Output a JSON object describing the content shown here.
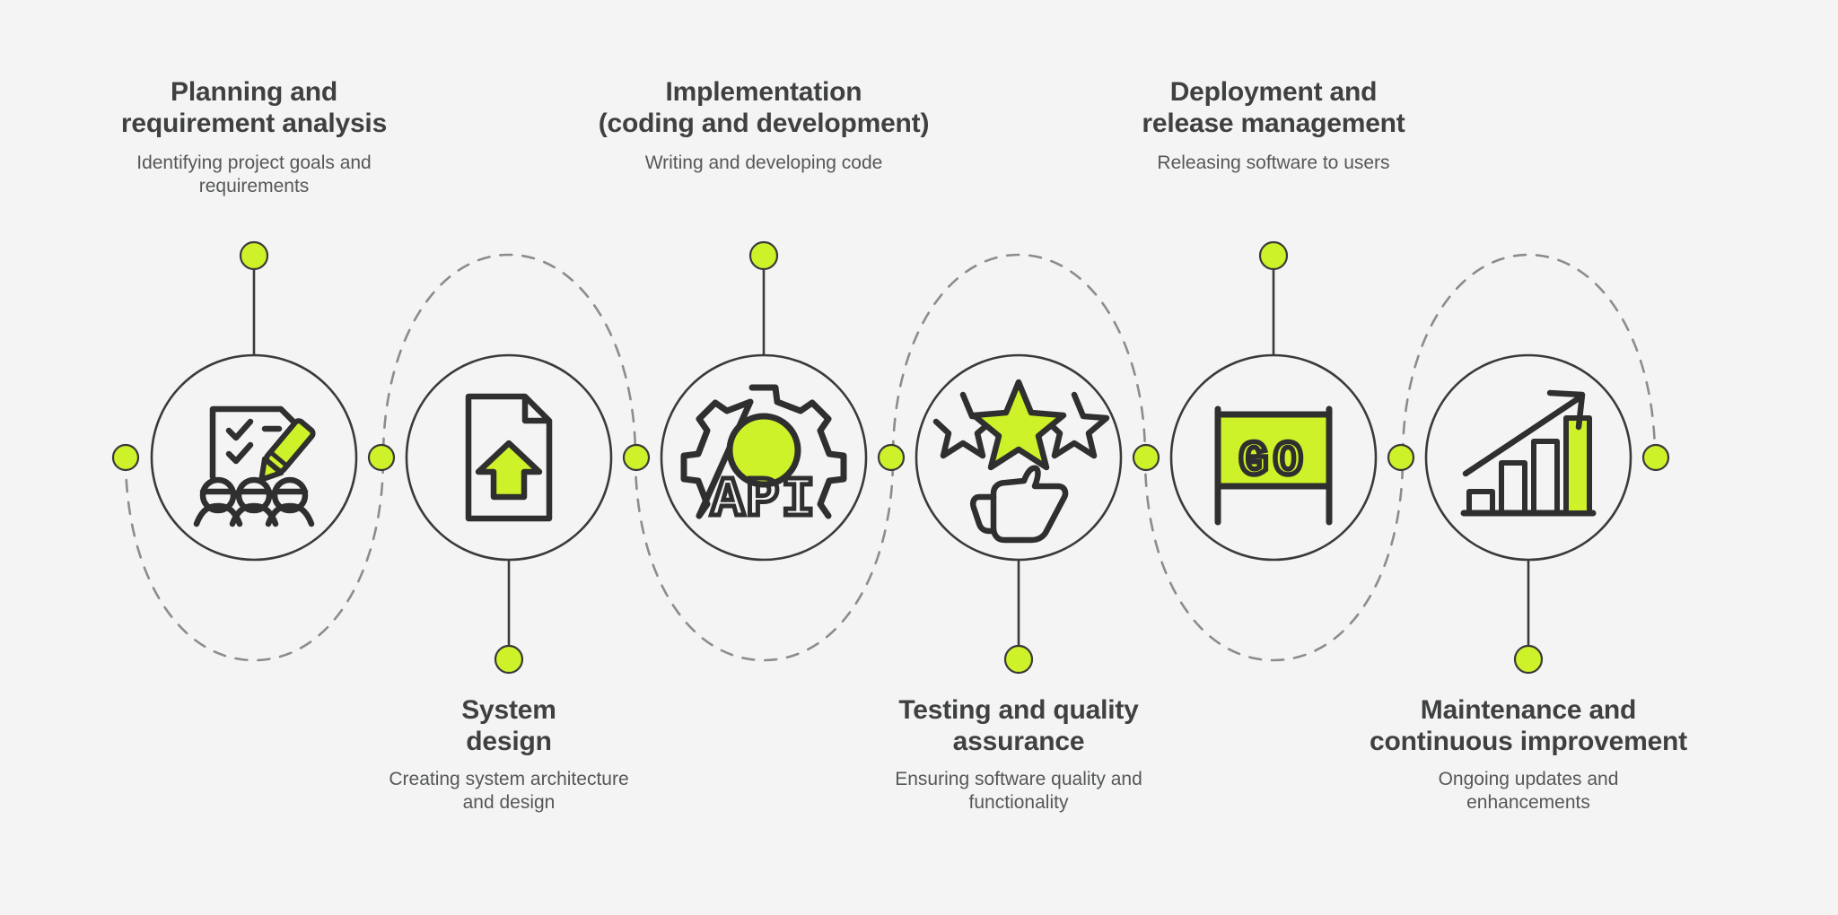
{
  "theme": {
    "background": "#f4f4f4",
    "accent_green": "#cdf229",
    "stroke_dark": "#333333",
    "text_title": "#3f4140",
    "text_sub": "#555758",
    "dashed_line": "#8c8c8c"
  },
  "diagram": {
    "type": "process-timeline",
    "title": "",
    "step_count": 6,
    "node_count": 7
  },
  "steps": [
    {
      "index": 1,
      "position": "top",
      "title": "Planning and\nrequirement analysis",
      "subtitle": "Identifying project goals and\nrequirements",
      "icon": "clipboard-checklist-pencil-team-icon"
    },
    {
      "index": 2,
      "position": "bottom",
      "title": "System\ndesign",
      "subtitle": "Creating system architecture\nand design",
      "icon": "document-upload-arrow-icon"
    },
    {
      "index": 3,
      "position": "top",
      "title": "Implementation\n(coding and development)",
      "subtitle": "Writing and developing code",
      "icon": "gear-api-icon"
    },
    {
      "index": 4,
      "position": "bottom",
      "title": "Testing and quality\nassurance",
      "subtitle": "Ensuring software quality and\nfunctionality",
      "icon": "stars-thumbs-up-icon"
    },
    {
      "index": 5,
      "position": "top",
      "title": "Deployment and\nrelease management",
      "subtitle": "Releasing software to users",
      "icon": "go-flag-banner-icon"
    },
    {
      "index": 6,
      "position": "bottom",
      "title": "Maintenance and\ncontinuous  improvement",
      "subtitle": "Ongoing updates and\nenhancements",
      "icon": "growth-bar-chart-arrow-icon"
    }
  ],
  "icon_texts": {
    "api_label": "API",
    "go_label": "GO"
  }
}
